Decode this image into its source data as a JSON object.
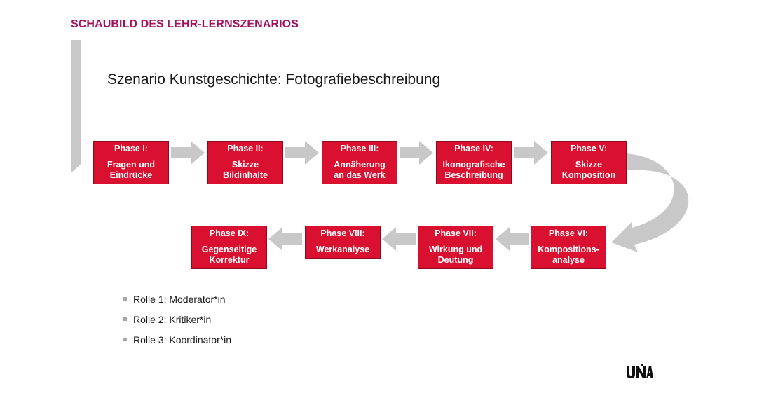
{
  "header": {
    "title": "SCHAUBILD DES LEHR-LERNSZENARIOS"
  },
  "slide": {
    "title": "Szenario Kunstgeschichte: Fotografiebeschreibung"
  },
  "phases": [
    {
      "label": "Phase I:",
      "desc_lines": [
        "Fragen und",
        "Eindrücke"
      ]
    },
    {
      "label": "Phase II:",
      "desc_lines": [
        "Skizze",
        "Bildinhalte"
      ]
    },
    {
      "label": "Phase III:",
      "desc_lines": [
        "Annäherung",
        "an das Werk"
      ]
    },
    {
      "label": "Phase IV:",
      "desc_lines": [
        "Ikonografische",
        "Beschreibung"
      ]
    },
    {
      "label": "Phase V:",
      "desc_lines": [
        "Skizze",
        "Komposition"
      ]
    },
    {
      "label": "Phase VI:",
      "desc_lines": [
        "Kompositions-",
        "analyse"
      ]
    },
    {
      "label": "Phase VII:",
      "desc_lines": [
        "Wirkung und",
        "Deutung"
      ]
    },
    {
      "label": "Phase VIII:",
      "desc_lines": [
        "Werkanalyse"
      ]
    },
    {
      "label": "Phase IX:",
      "desc_lines": [
        "Gegenseitige",
        "Korrektur"
      ]
    }
  ],
  "roles": [
    "Rolle 1: Moderator*in",
    "Rolle 2: Kritiker*in",
    "Rolle 3: Koordinator*in"
  ],
  "colors": {
    "header": "#a3115e",
    "phase_box": "#d9102f",
    "arrow": "#c8c8c8"
  },
  "logo": {
    "text": "UNiA",
    "icon": "university-logo-icon"
  }
}
